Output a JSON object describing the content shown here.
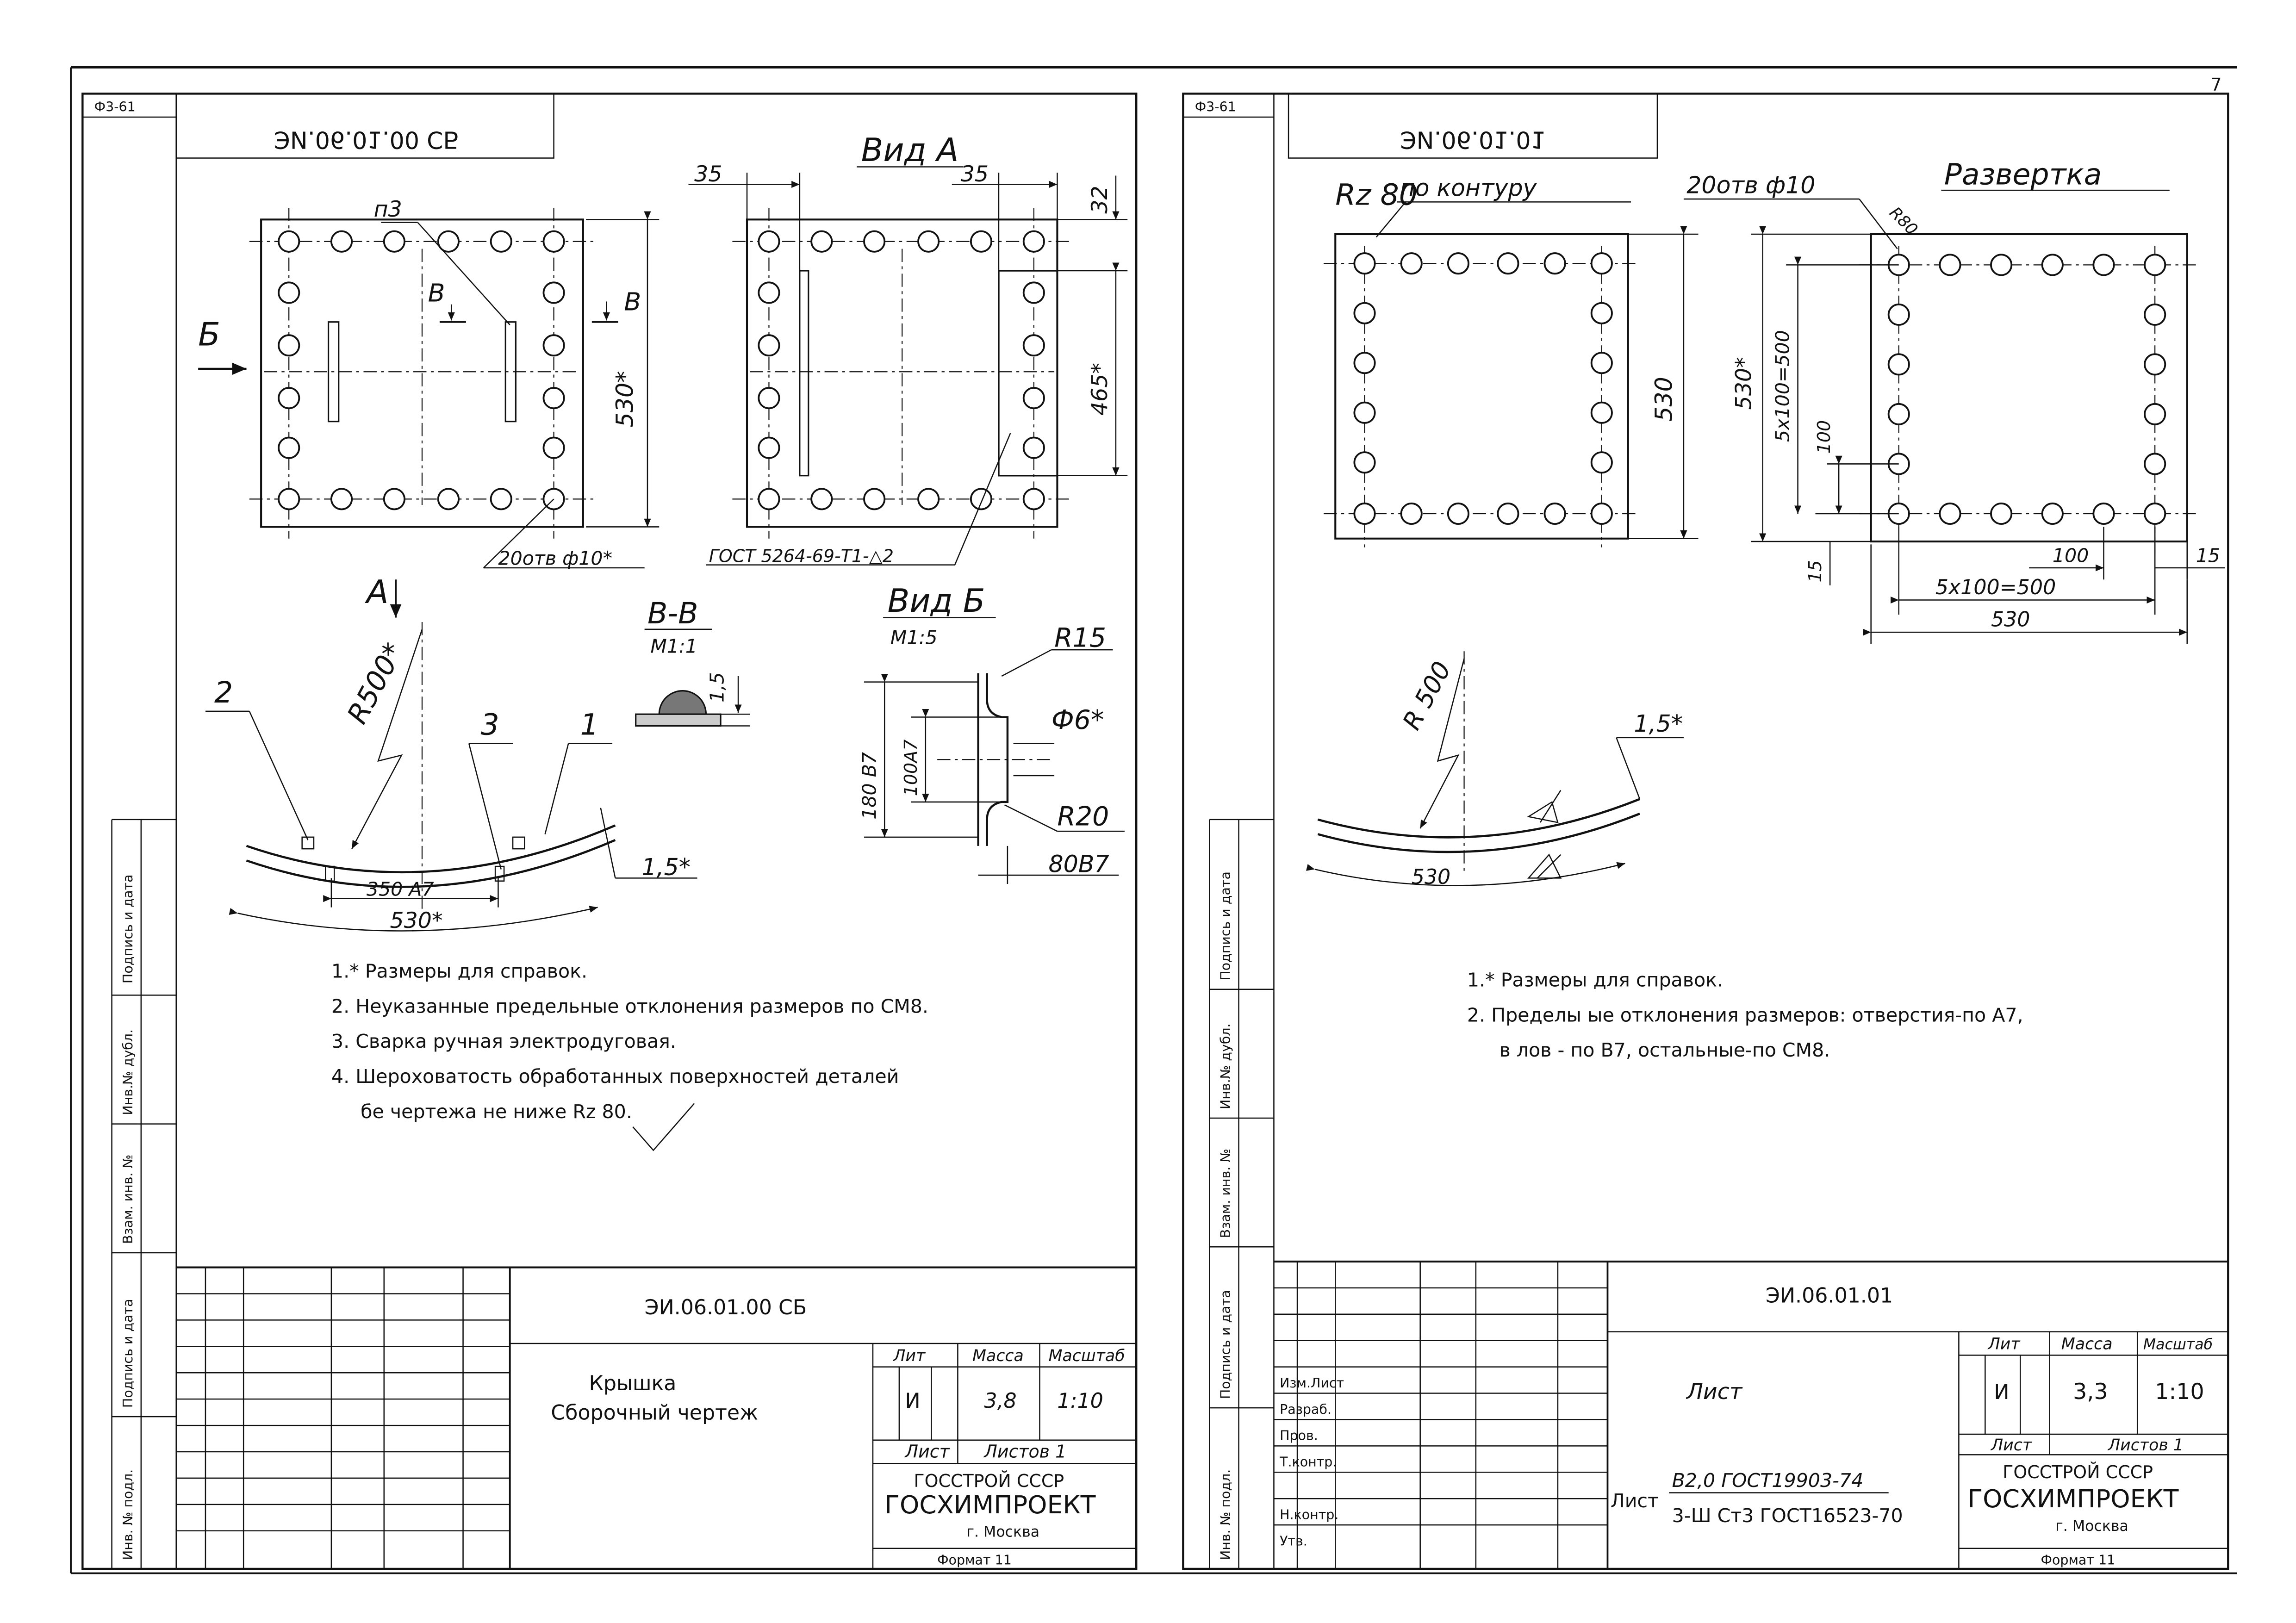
{
  "page_number": "7",
  "left_sheet": {
    "corner_code": "Ф3-61",
    "top_code_mirrored": "ЭИ.06.01.00 СБ",
    "view_a": {
      "title": "Вид А",
      "dim_left_35": "35",
      "dim_right_35": "35",
      "dim_32": "32",
      "dim_465": "465*",
      "angle_label": "ГОСТ 5264-69-Т1-△2"
    },
    "plan": {
      "part_n3": "п3",
      "section_b": "Б",
      "section_v": "В",
      "dim_530": "530*",
      "holes_note": "20отв ф10*",
      "arrow_a": "A"
    },
    "section_vv": {
      "title": "В-В",
      "scale": "М1:1",
      "dim": "1,5"
    },
    "view_b": {
      "title": "Вид Б",
      "scale": "М1:5",
      "r15": "R15",
      "d6": "Ф6*",
      "r20": "R20",
      "d180": "180 В7",
      "d100": "100А7",
      "d80": "80В7"
    },
    "arc": {
      "r500": "R500*",
      "pos1": "1",
      "pos2": "2",
      "pos3": "3",
      "dim350": "350 А7",
      "dim530": "530*",
      "thk": "1,5*"
    },
    "notes": [
      "1.* Размеры для справок.",
      "2. Неуказанные предельные отклонения размеров по СМ8.",
      "3. Сварка ручная электродуговая.",
      "4. Шероховатость обработанных поверхностей деталей",
      "бе  чертежа не ниже Rz 80."
    ],
    "side_labels": [
      "Подпись и дата",
      "Инв.№ дубл.",
      "Взам. инв. №",
      "Подпись и дата",
      "Инв. № подл."
    ],
    "title_block": {
      "doc_code": "ЭИ.06.01.00 СБ",
      "name_line1": "Крышка",
      "name_line2": "Сборочный чертеж",
      "lit_header": "Лит",
      "mass_header": "Масса",
      "scale_header": "Масштаб",
      "lit_value": "И",
      "mass_value": "3,8",
      "scale_value": "1:10",
      "sheet_label": "Лист",
      "sheets_label": "Листов 1",
      "org_line1": "ГОССТРОЙ СССР",
      "org_line2": "ГОСХИМПРОЕКТ",
      "org_line3": "г. Москва",
      "format": "Формат 11"
    }
  },
  "right_sheet": {
    "corner_code": "Ф3-61",
    "top_code_mirrored": "ЭИ.06.01.01",
    "contour_note": "Rz 80",
    "contour_label": "по контуру",
    "holes_note": "20отв ф10",
    "unfold_title": "Развертка",
    "plate": {
      "dim530": "530"
    },
    "unfold": {
      "dim530v": "530*",
      "dim5x100v": "5х100=500",
      "dim100v": "100",
      "dim15v": "15",
      "dim100h": "100",
      "dim15h": "15",
      "dim5x100h": "5х100=500",
      "dim530h": "530",
      "r80": "R80"
    },
    "arc": {
      "r500": "R 500",
      "dim530": "530",
      "thk": "1,5*"
    },
    "notes": [
      "1.* Размеры для справок.",
      "2. Пределы ые отклонения размеров: отверстия-по А7,",
      "в лов  - по В7, остальные-по СМ8."
    ],
    "side_labels": [
      "Подпись и дата",
      "Инв.№ дубл.",
      "Взам. инв. №",
      "Подпись и дата",
      "Инв. № подл."
    ],
    "title_block": {
      "doc_code": "ЭИ.06.01.01",
      "name": "Лист",
      "lit_header": "Лит",
      "mass_header": "Масса",
      "scale_header": "Масштаб",
      "lit_value": "И",
      "mass_value": "3,3",
      "scale_value": "1:10",
      "sheet_label": "Лист",
      "sheets_label": "Листов 1",
      "material_prefix": "Лист",
      "material_line1": "В2,0 ГОСТ19903-74",
      "material_line2": "3-Ш Ст3 ГОСТ16523-70",
      "org_line1": "ГОССТРОЙ СССР",
      "org_line2": "ГОСХИМПРОЕКТ",
      "org_line3": "г. Москва",
      "format": "Формат 11",
      "row_labels": [
        "Изм.Лист",
        "Разраб.",
        "Пров.",
        "Т.контр.",
        "Н.контр.",
        "Утв."
      ]
    }
  }
}
